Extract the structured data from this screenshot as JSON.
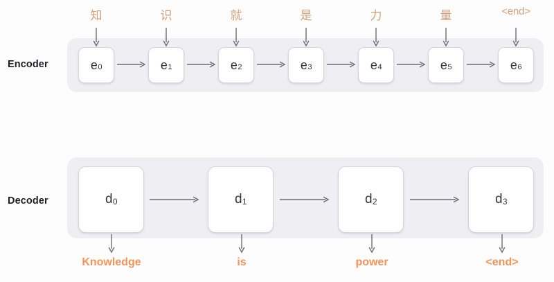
{
  "background_color": "#fdfdfe",
  "colors": {
    "panel": "#eeeef3",
    "cell_fill": "#ffffff",
    "cell_border": "#d5d5dc",
    "input_token": "#d3a078",
    "output_token": "#f79256",
    "arrow": "#6b6b78",
    "label": "#1f1f28"
  },
  "encoder": {
    "label": "Encoder",
    "cells": [
      {
        "name": "e",
        "sub": "0"
      },
      {
        "name": "e",
        "sub": "1"
      },
      {
        "name": "e",
        "sub": "2"
      },
      {
        "name": "e",
        "sub": "3"
      },
      {
        "name": "e",
        "sub": "4"
      },
      {
        "name": "e",
        "sub": "5"
      },
      {
        "name": "e",
        "sub": "6"
      }
    ],
    "input_tokens": [
      "知",
      "识",
      "就",
      "是",
      "力",
      "量",
      "<end>"
    ]
  },
  "decoder": {
    "label": "Decoder",
    "cells": [
      {
        "name": "d",
        "sub": "0"
      },
      {
        "name": "d",
        "sub": "1"
      },
      {
        "name": "d",
        "sub": "2"
      },
      {
        "name": "d",
        "sub": "3"
      }
    ],
    "output_tokens": [
      "Knowledge",
      "is",
      "power",
      "<end>"
    ]
  }
}
